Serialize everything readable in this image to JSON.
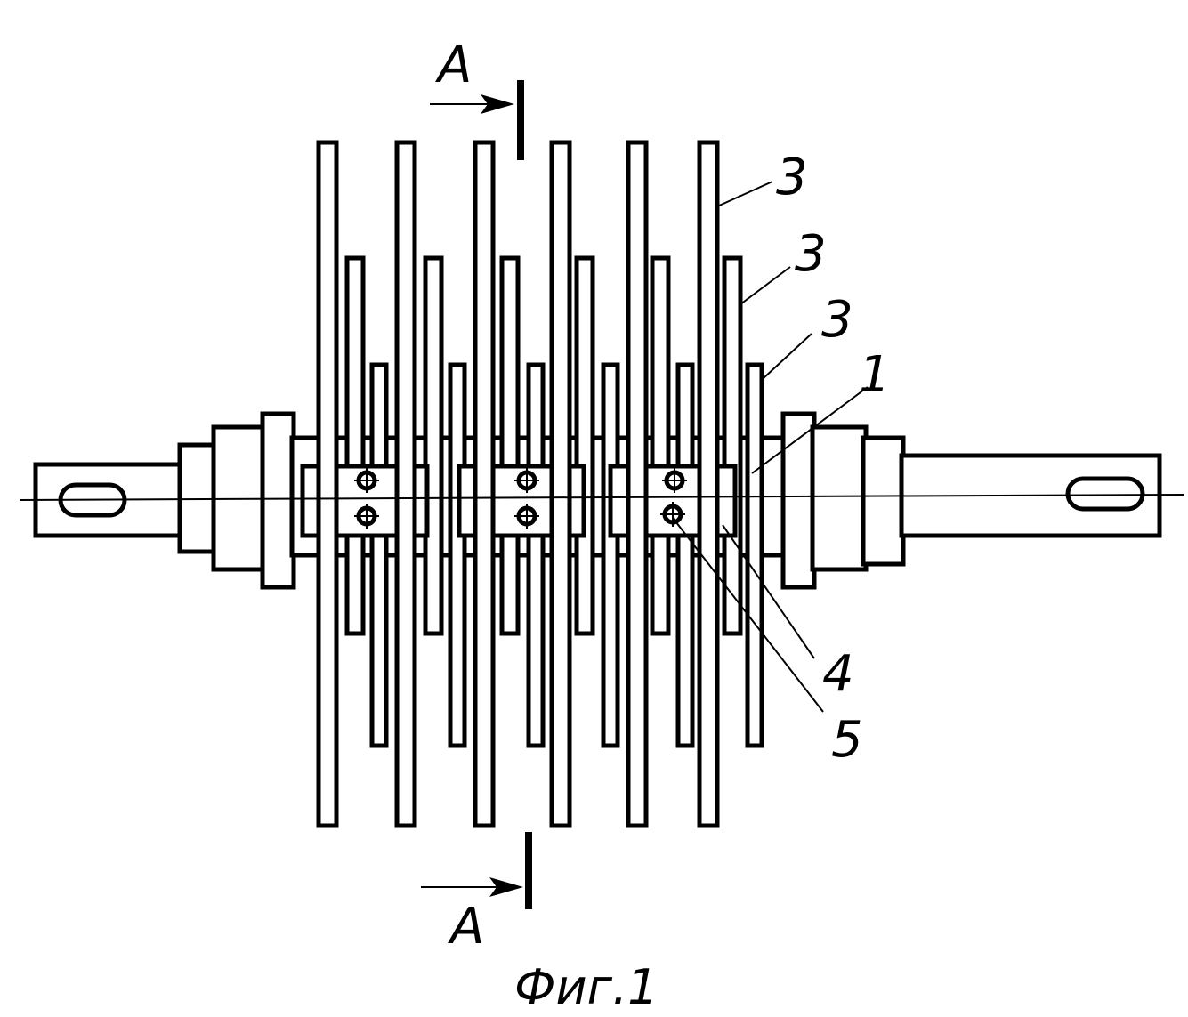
{
  "figure": {
    "section_label_top": "A",
    "section_label_bottom": "A",
    "callouts": {
      "rod_long": "3",
      "rod_medium": "3",
      "rod_short": "3",
      "shaft_body": "1",
      "clamp_block": "4",
      "fastener_bolt": "5"
    },
    "caption": "Фиг.1"
  }
}
